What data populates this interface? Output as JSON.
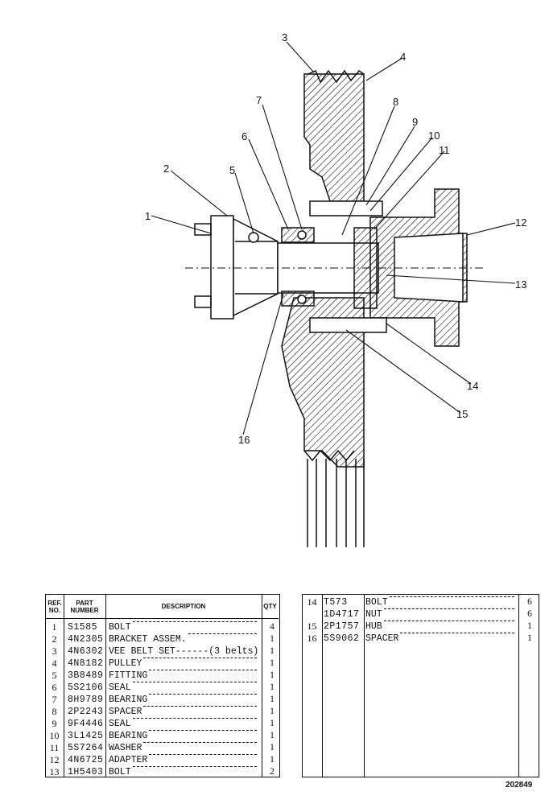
{
  "callouts": [
    "1",
    "2",
    "3",
    "4",
    "5",
    "6",
    "7",
    "8",
    "9",
    "10",
    "11",
    "12",
    "13",
    "14",
    "15",
    "16"
  ],
  "table_headers": {
    "ref": "REF. NO.",
    "part": "PART NUMBER",
    "description": "DESCRIPTION",
    "qty": "QTY"
  },
  "left_rows": [
    {
      "ref": "1",
      "part": "S1585",
      "desc": "BOLT",
      "qty": "4"
    },
    {
      "ref": "2",
      "part": "4N2305",
      "desc": "BRACKET ASSEM.",
      "qty": "1"
    },
    {
      "ref": "3",
      "part": "4N6302",
      "desc": "VEE BELT SET------(3 belts)",
      "qty": "1"
    },
    {
      "ref": "4",
      "part": "4N8182",
      "desc": "PULLEY",
      "qty": "1"
    },
    {
      "ref": "5",
      "part": "3B8489",
      "desc": "FITTING",
      "qty": "1"
    },
    {
      "ref": "6",
      "part": "5S2106",
      "desc": "SEAL",
      "qty": "1"
    },
    {
      "ref": "7",
      "part": "8H9789",
      "desc": "BEARING",
      "qty": "1"
    },
    {
      "ref": "8",
      "part": "2P2243",
      "desc": "SPACER",
      "qty": "1"
    },
    {
      "ref": "9",
      "part": "9F4446",
      "desc": "SEAL",
      "qty": "1"
    },
    {
      "ref": "10",
      "part": "3L1425",
      "desc": "BEARING",
      "qty": "1"
    },
    {
      "ref": "11",
      "part": "5S7264",
      "desc": "WASHER",
      "qty": "1"
    },
    {
      "ref": "12",
      "part": "4N6725",
      "desc": "ADAPTER",
      "qty": "1"
    },
    {
      "ref": "13",
      "part": "1H5403",
      "desc": "BOLT",
      "qty": "2"
    }
  ],
  "right_rows": [
    {
      "ref": "14",
      "part": "T573",
      "desc": "BOLT",
      "qty": "6"
    },
    {
      "ref": "",
      "part": "1D4717",
      "desc": "NUT",
      "qty": "6"
    },
    {
      "ref": "15",
      "part": "2P1757",
      "desc": "HUB",
      "qty": "1"
    },
    {
      "ref": "16",
      "part": "5S9062",
      "desc": "SPACER",
      "qty": "1"
    }
  ],
  "figure_number": "202849"
}
